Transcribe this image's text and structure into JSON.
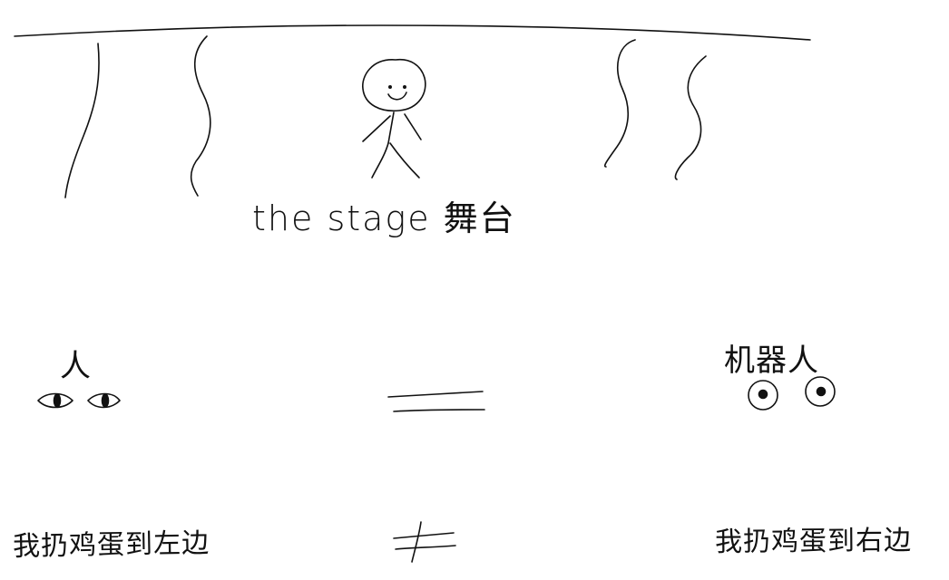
{
  "stage": {
    "caption": "the stage 舞台"
  },
  "perception": {
    "human_label": "人",
    "robot_label": "机器人",
    "equals_symbol": "=",
    "not_equals_symbol": "≠"
  },
  "sentences": {
    "left": "我扔鸡蛋到左边",
    "right": "我扔鸡蛋到右边"
  },
  "style": {
    "ink_color": "#111111",
    "background": "#ffffff"
  }
}
